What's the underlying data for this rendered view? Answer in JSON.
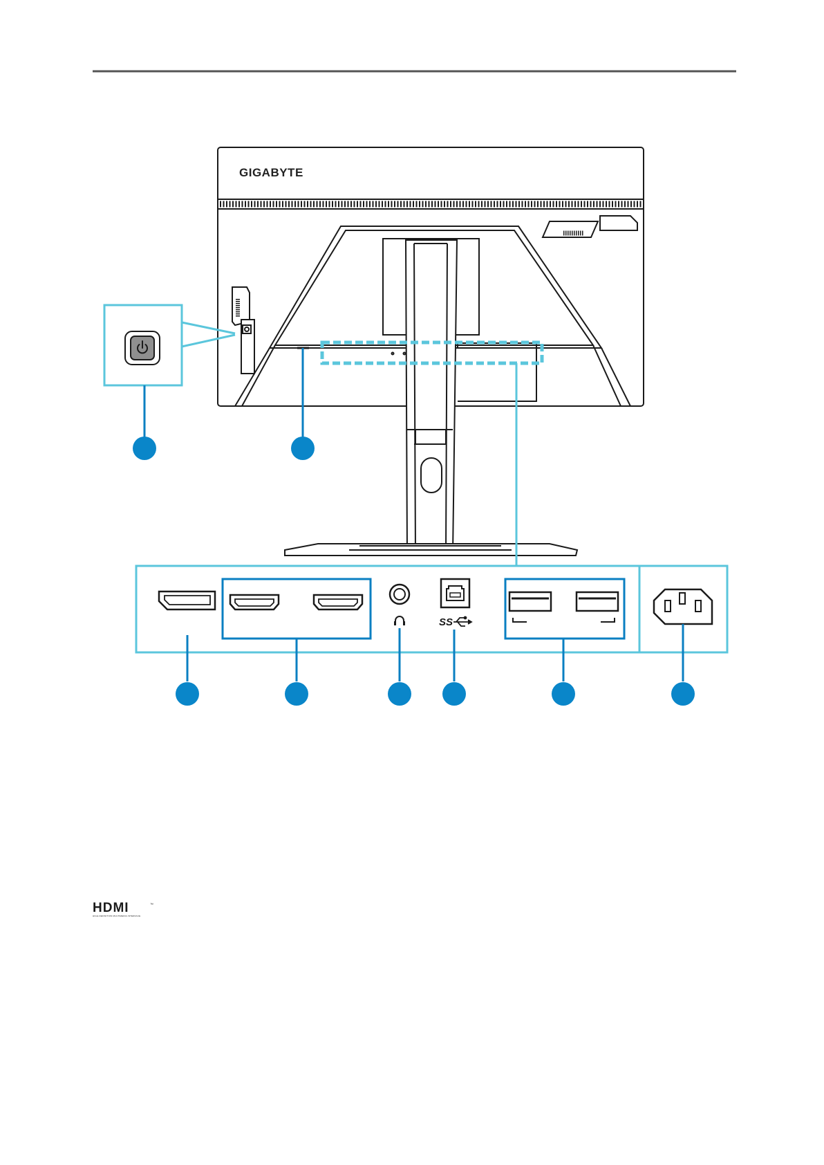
{
  "brand": {
    "monitor_logo": "GIGABYTE"
  },
  "footer": {
    "hdmi_logo": "HDMI",
    "hdmi_trademark": "™",
    "hdmi_subtitle": "HIGH-DEFINITION MULTIMEDIA INTERFACE"
  },
  "ports": {
    "usb_superspeed_label": "SS",
    "items": [
      {
        "icon": "displayport-icon"
      },
      {
        "icon": "hdmi-port-icon",
        "count": 2
      },
      {
        "icon": "headphone-jack-icon"
      },
      {
        "icon": "usb-type-b-upstream-icon"
      },
      {
        "icon": "usb-type-a-downstream-icon",
        "count": 2
      },
      {
        "icon": "ac-power-inlet-icon"
      }
    ]
  },
  "colors": {
    "accent_light": "#5bc6dc",
    "accent_dark": "#0a7fc2",
    "callout_fill": "#0a86c9",
    "line": "#1a1a1a"
  }
}
